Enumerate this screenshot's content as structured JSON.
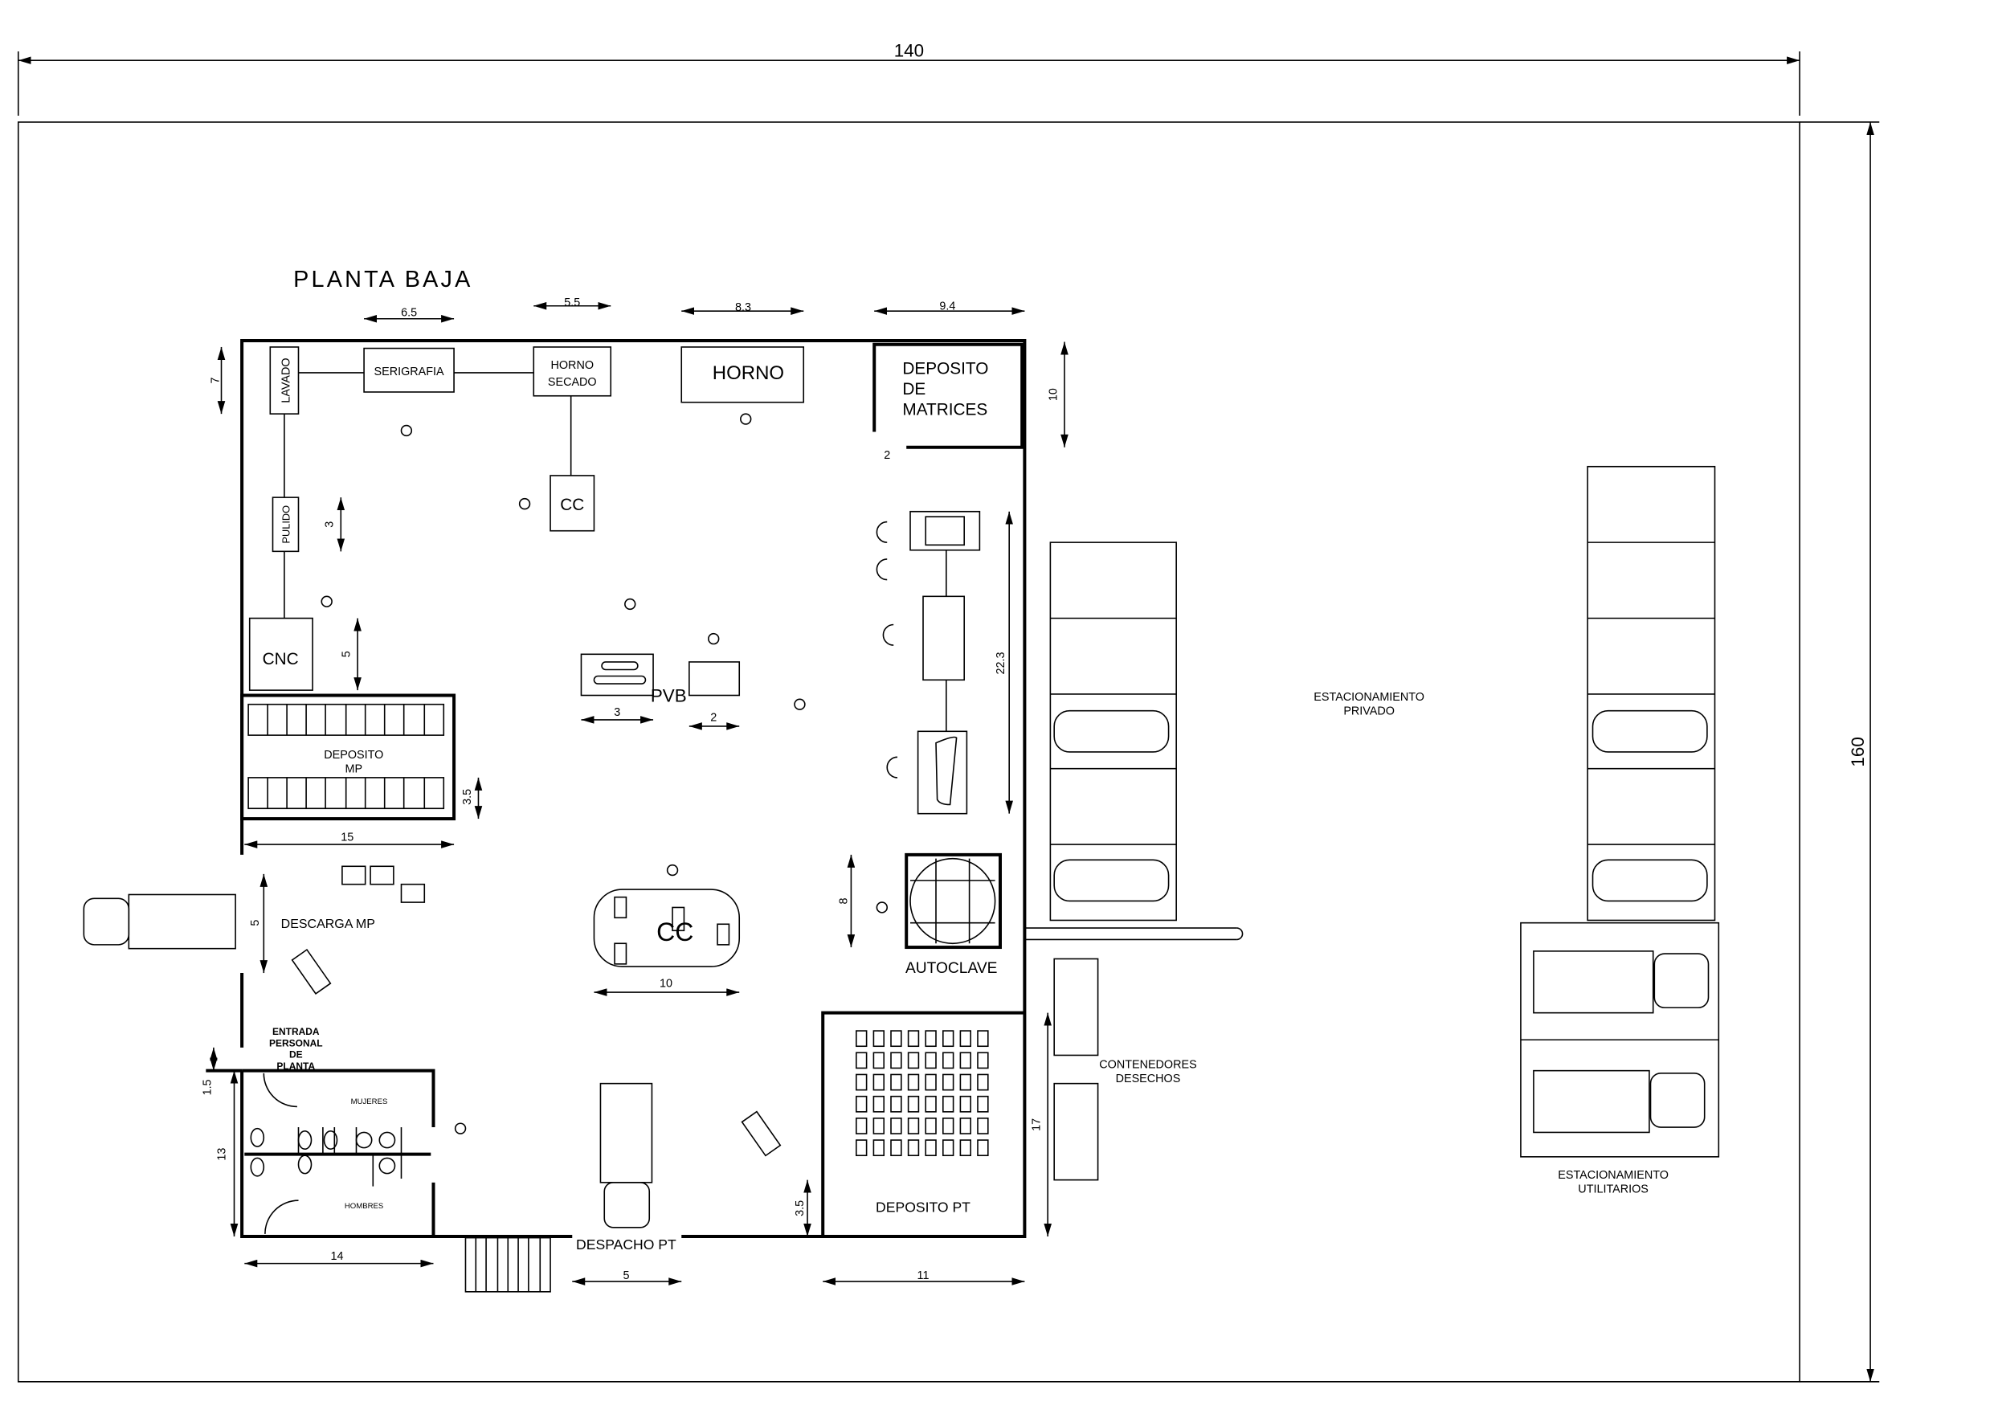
{
  "title": "PLANTA BAJA",
  "overall": {
    "width": "140",
    "height": "160"
  },
  "areas": {
    "lavado": "LAVADO",
    "serigrafia": "SERIGRAFIA",
    "horno_secado_1": "HORNO",
    "horno_secado_2": "SECADO",
    "horno": "HORNO",
    "deposito_matrices_1": "DEPOSITO",
    "deposito_matrices_2": "DE",
    "deposito_matrices_3": "MATRICES",
    "cc_top": "CC",
    "pulido": "PULIDO",
    "cnc": "CNC",
    "deposito_mp_1": "DEPOSITO",
    "deposito_mp_2": "MP",
    "pvb": "PVB",
    "descarga_mp": "DESCARGA MP",
    "cc_center": "CC",
    "autoclave": "AUTOCLAVE",
    "entrada_1": "ENTRADA",
    "entrada_2": "PERSONAL",
    "entrada_3": "DE",
    "entrada_4": "PLANTA",
    "mujeres": "MUJERES",
    "hombres": "HOMBRES",
    "despacho_pt": "DESPACHO PT",
    "deposito_pt": "DEPOSITO PT",
    "contenedores_1": "CONTENEDORES",
    "contenedores_2": "DESECHOS",
    "est_privado_1": "ESTACIONAMIENTO",
    "est_privado_2": "PRIVADO",
    "est_util_1": "ESTACIONAMIENTO",
    "est_util_2": "UTILITARIOS"
  },
  "dimensions": {
    "serigrafia": "6.5",
    "horno_secado": "5.5",
    "horno": "8.3",
    "deposito_matrices_w": "9.4",
    "deposito_matrices_h": "10",
    "deposito_matrices_door": "2",
    "lavado": "7",
    "pulido": "3",
    "cnc": "5",
    "deposito_mp_w": "15",
    "deposito_mp_rack": "3.5",
    "pvb_a": "3",
    "pvb_b": "2",
    "line_right": "22.3",
    "autoclave": "8",
    "cc_center": "10",
    "descarga": "5",
    "entrada": "1.5",
    "banos_h": "13",
    "banos_w": "14",
    "despacho": "5",
    "deposito_pt_w": "11",
    "deposito_pt_h": "17",
    "deposito_pt_door": "3.5"
  }
}
